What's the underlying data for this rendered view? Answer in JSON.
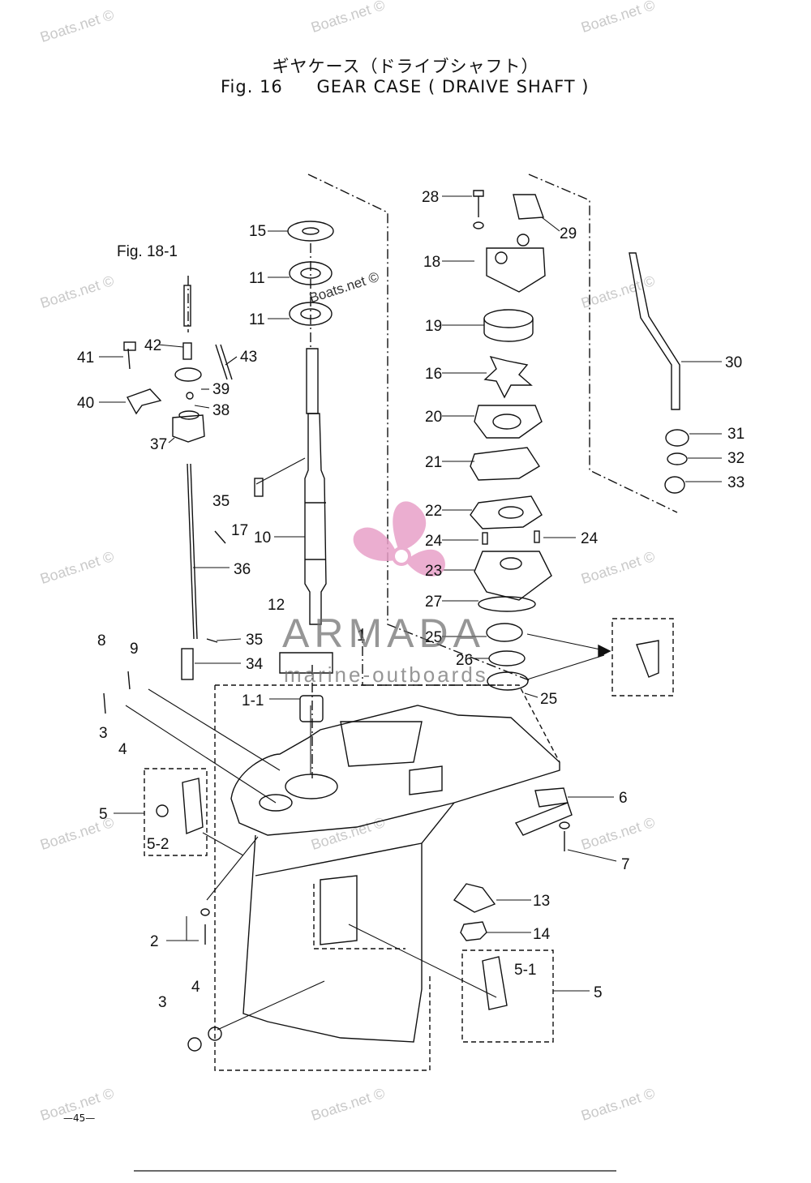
{
  "header": {
    "title_jp": "ギヤケース（ドライブシャフト）",
    "fig_label": "Fig. 16",
    "title_en": "GEAR CASE ( DRAIVE SHAFT )"
  },
  "reference": "Fig. 18-1",
  "page_number": "—45—",
  "watermarks": {
    "text": "Boats.net ©"
  },
  "brand": {
    "name": "ARMADA",
    "tagline": "marine-outboards",
    "logo_color": "#e8a0c8"
  },
  "callouts": [
    "1",
    "1-1",
    "2",
    "3",
    "3",
    "4",
    "4",
    "5",
    "5",
    "5-1",
    "5-2",
    "6",
    "7",
    "8",
    "9",
    "10",
    "11",
    "11",
    "12",
    "13",
    "14",
    "15",
    "16",
    "17",
    "18",
    "19",
    "20",
    "21",
    "22",
    "23",
    "24",
    "24",
    "25",
    "25",
    "26",
    "27",
    "28",
    "29",
    "30",
    "31",
    "32",
    "33",
    "34",
    "35",
    "35",
    "36",
    "37",
    "38",
    "39",
    "40",
    "41",
    "42",
    "43"
  ]
}
